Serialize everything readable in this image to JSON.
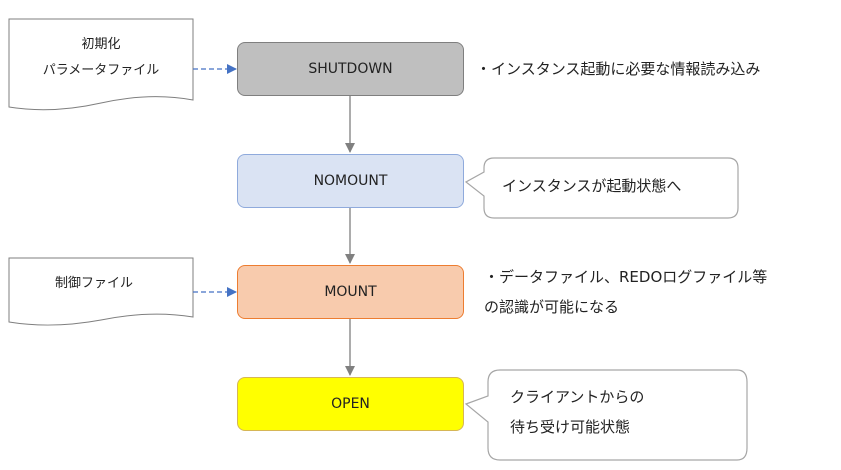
{
  "docs": {
    "init_param_line1": "初期化",
    "init_param_line2": "パラメータファイル",
    "control_file": "制御ファイル"
  },
  "states": {
    "shutdown": "SHUTDOWN",
    "nomount": "NOMOUNT",
    "mount": "MOUNT",
    "open": "OPEN"
  },
  "notes": {
    "shutdown": "・インスタンス起動に必要な情報読み込み",
    "mount_line1": "・データファイル、REDOログファイル等",
    "mount_line2": "の認識が可能になる"
  },
  "callouts": {
    "nomount": "インスタンスが起動状態へ",
    "open_line1": "クライアントからの",
    "open_line2": "待ち受け可能状態"
  },
  "colors": {
    "shutdown": "#bfbfbf",
    "nomount": "#dae3f3",
    "mount": "#f8cbad",
    "open": "#ffff00",
    "dashed_arrow": "#4472c4",
    "arrow": "#808080"
  }
}
